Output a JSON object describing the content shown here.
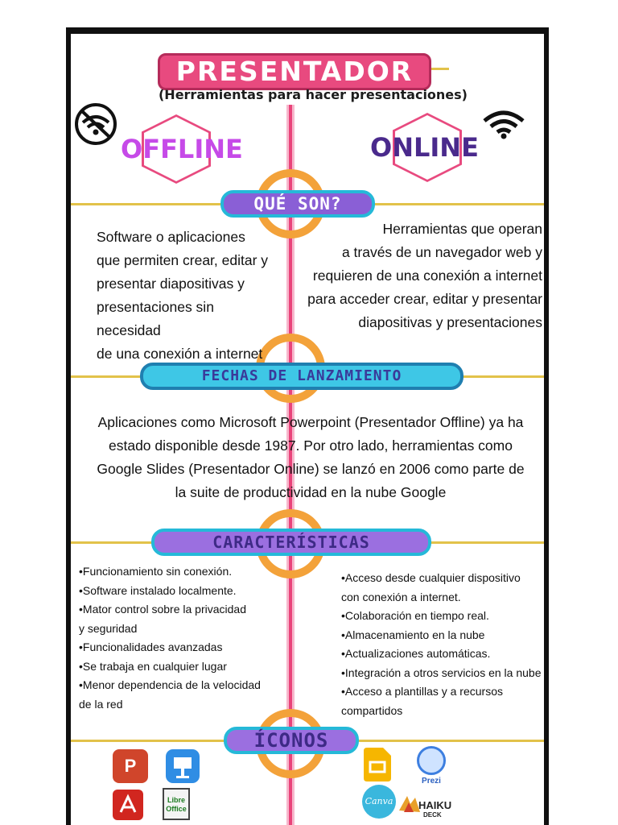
{
  "header": {
    "title": "PRESENTADOR",
    "subtitle": "(Herramientas para hacer presentaciones)"
  },
  "modes": {
    "offline": "OFFLINE",
    "online": "ONLINE"
  },
  "sections": {
    "que_son": {
      "heading": "QUÉ SON?",
      "offline_lines": [
        "Software o aplicaciones",
        "que permiten crear, editar y",
        "presentar diapositivas y",
        "presentaciones sin necesidad",
        "de una conexión a internet"
      ],
      "online_lines": [
        "Herramientas que operan",
        "a través de un navegador web y",
        "requieren de una conexión a internet",
        "para acceder crear, editar y presentar",
        "diapositivas y presentaciones"
      ]
    },
    "fechas": {
      "heading": "FECHAS DE LANZAMIENTO",
      "lines": [
        "Aplicaciones como Microsoft Powerpoint (Presentador Offline) ya ha",
        "estado disponible desde 1987. Por otro lado, herramientas como",
        "Google Slides (Presentador Online) se lanzó en 2006 como parte de",
        "la suite de productividad en la nube Google"
      ]
    },
    "caracteristicas": {
      "heading": "CARACTERÍSTICAS",
      "offline_items": [
        "•Funcionamiento sin conexión.",
        "•Software instalado localmente.",
        "•Mator control sobre la privacidad",
        "y seguridad",
        "•Funcionalidades avanzadas",
        "•Se trabaja en cualquier lugar",
        "•Menor dependencia de la velocidad",
        "de la red"
      ],
      "online_items": [
        "•Acceso desde cualquier dispositivo",
        "con conexión a internet.",
        "•Colaboración en tiempo real.",
        "•Almacenamiento en la nube",
        "•Actualizaciones automáticas.",
        "•Integración a otros servicios en la nube",
        "•Acceso a plantillas y a recursos",
        "compartidos"
      ]
    },
    "iconos": {
      "heading": "ÍCONOS",
      "offline_logos": [
        "P",
        "Libre Office"
      ],
      "online_logos": [
        "Prezi",
        "Canva",
        "HAIKU",
        "DECK"
      ]
    }
  },
  "colors": {
    "pink": "#e84a7f",
    "gold": "#e2c24a",
    "orange": "#f3a23a",
    "offline_text": "#c64ae8",
    "online_text": "#4a2a8c"
  }
}
